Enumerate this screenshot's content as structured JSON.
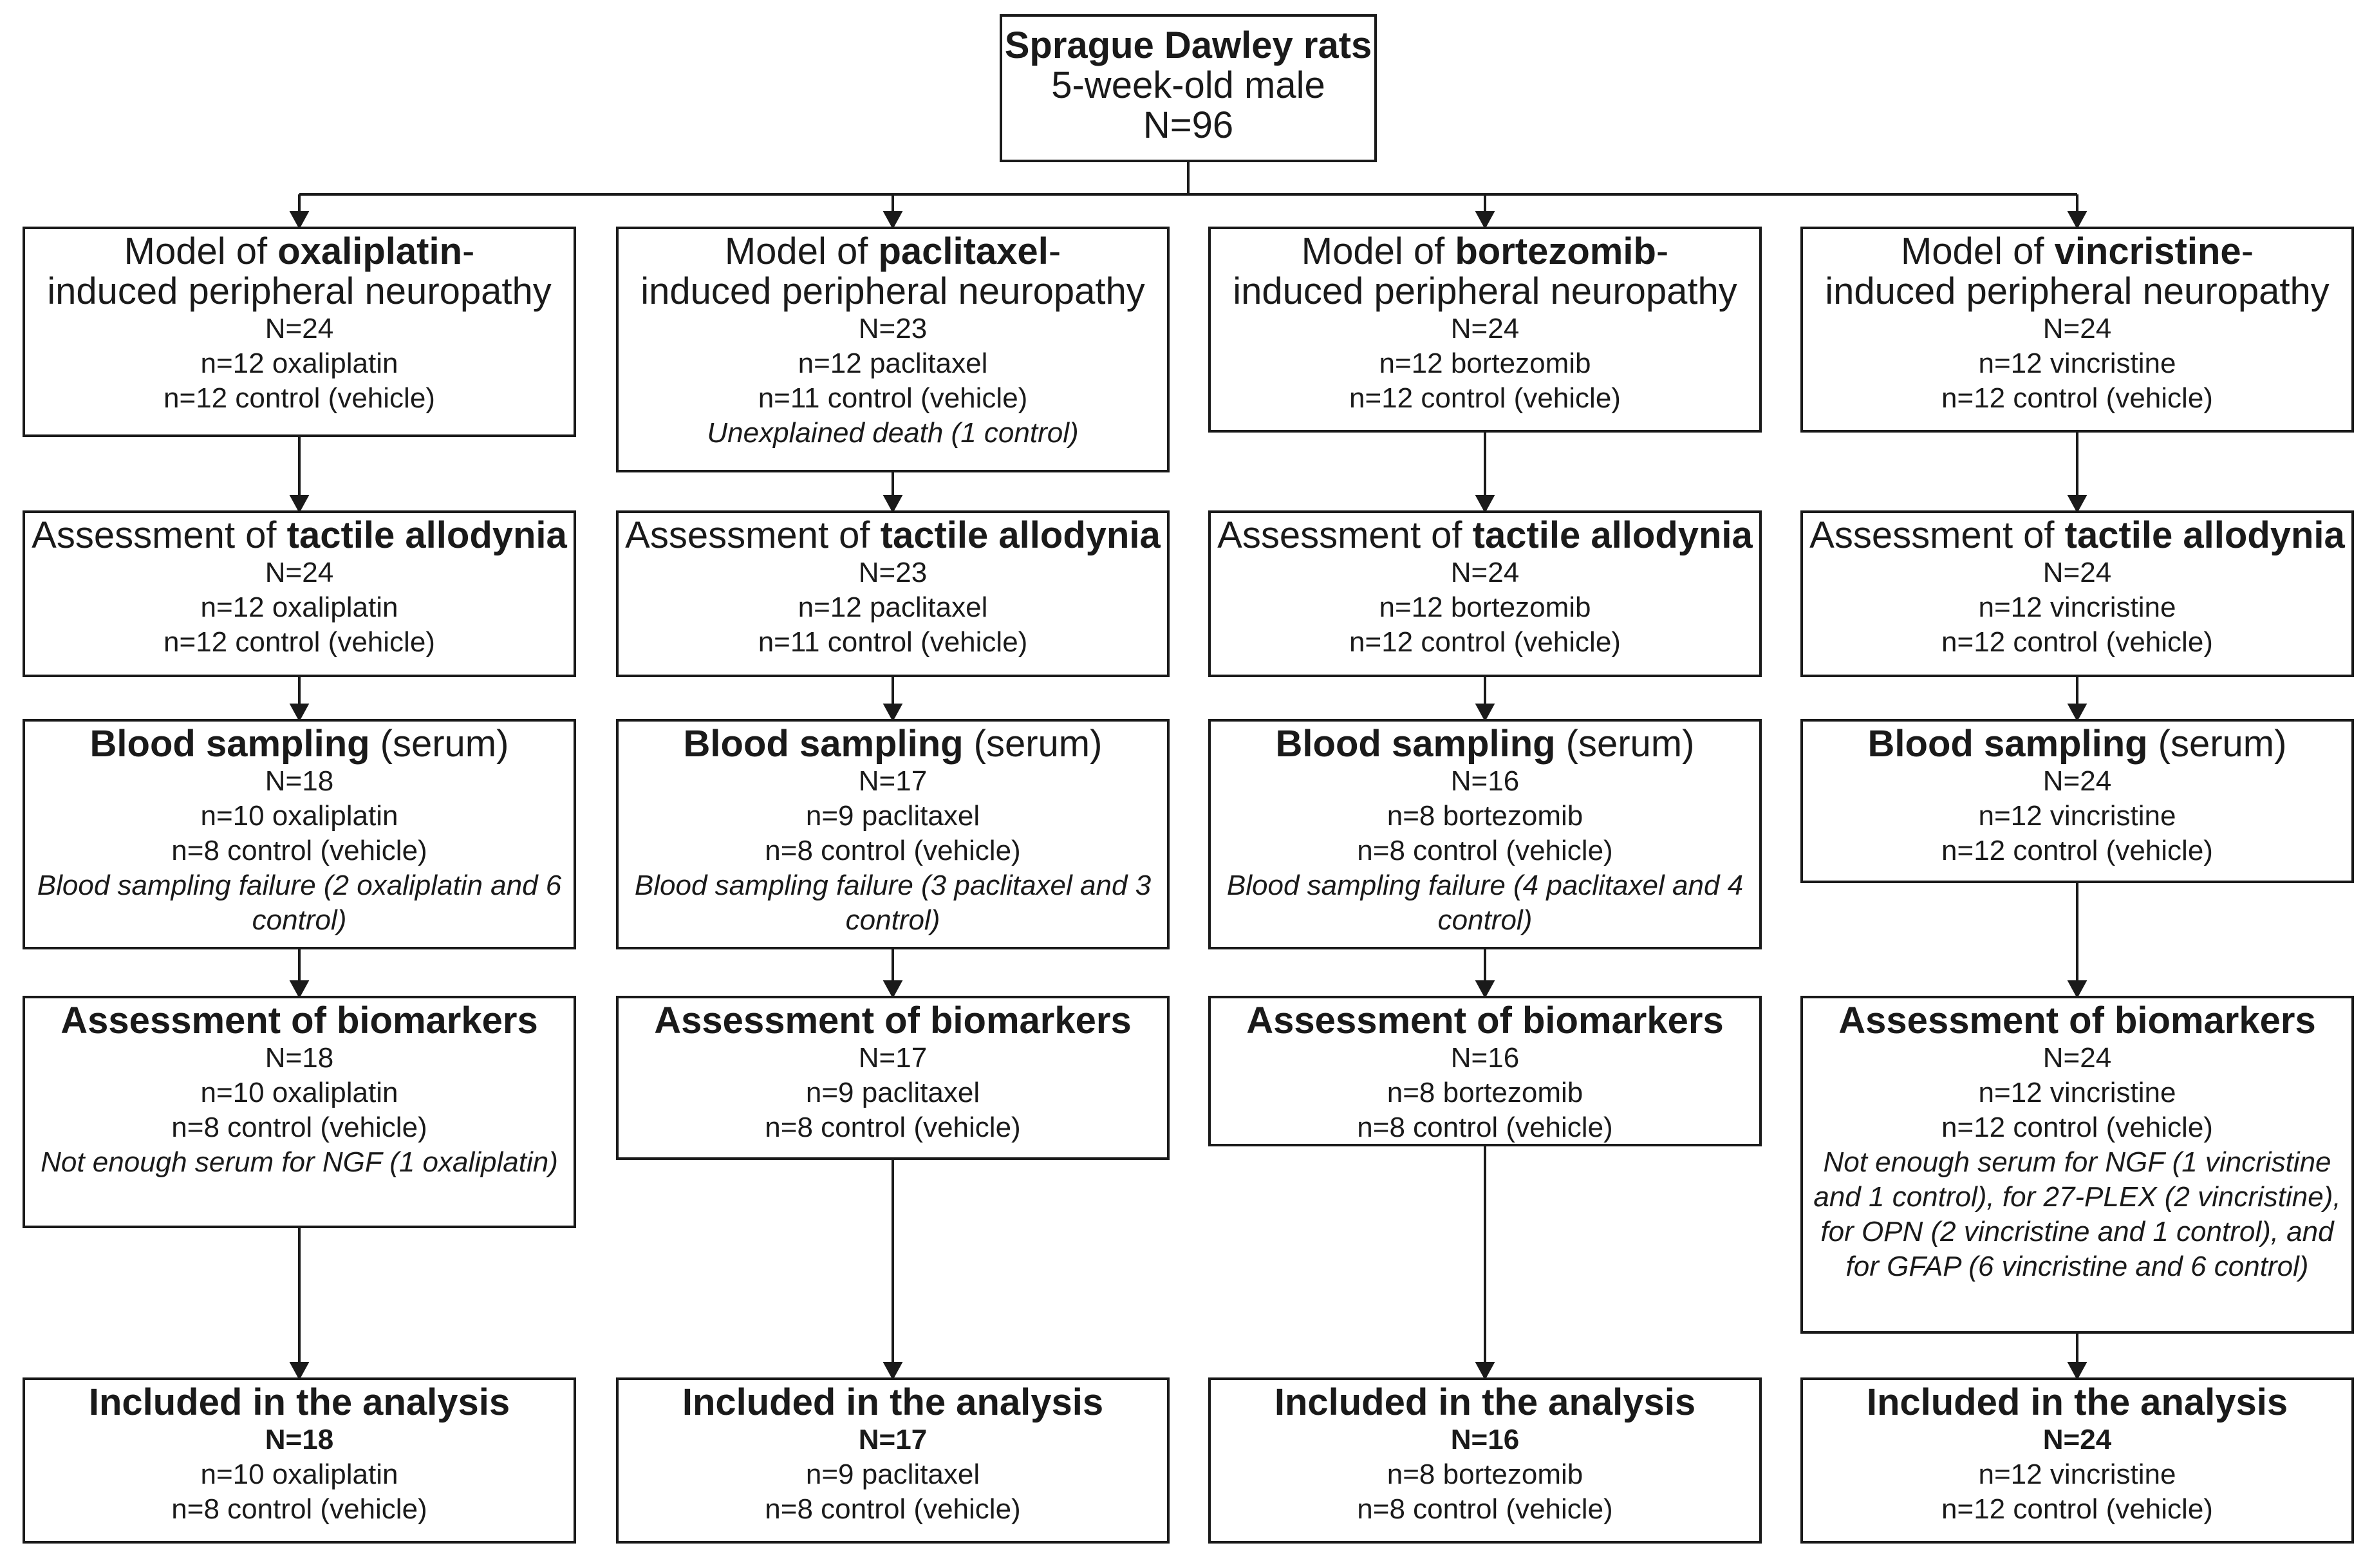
{
  "colors": {
    "stroke": "#1a1a1a",
    "background": "#ffffff",
    "text": "#1a1a1a"
  },
  "top": {
    "title": "Sprague Dawley rats",
    "line1": "5-week-old male",
    "line2": "N=96"
  },
  "columns": [
    {
      "model": {
        "prefix": "Model of ",
        "drug": "oxaliplatin",
        "suffix": "-",
        "line2": "induced peripheral neuropathy",
        "n": "N=24",
        "treated": "n=12 oxaliplatin",
        "control": "n=12 control (vehicle)",
        "note": ""
      },
      "allodynia": {
        "prefix": "Assessment of ",
        "bold": "tactile allodynia",
        "n": "N=24",
        "treated": "n=12 oxaliplatin",
        "control": "n=12 control (vehicle)"
      },
      "blood": {
        "bold": "Blood sampling",
        "suffix": " (serum)",
        "n": "N=18",
        "treated": "n=10 oxaliplatin",
        "control": "n=8 control (vehicle)",
        "note": "Blood sampling failure (2 oxaliplatin and 6 control)"
      },
      "biomarkers": {
        "title": "Assessment of biomarkers",
        "n": "N=18",
        "treated": "n=10 oxaliplatin",
        "control": "n=8 control (vehicle)",
        "note": "Not enough serum for NGF (1 oxaliplatin)"
      },
      "included": {
        "title": "Included in the analysis",
        "n": "N=18",
        "treated": "n=10 oxaliplatin",
        "control": "n=8 control (vehicle)"
      }
    },
    {
      "model": {
        "prefix": "Model of ",
        "drug": "paclitaxel",
        "suffix": "-",
        "line2": "induced peripheral neuropathy",
        "n": "N=23",
        "treated": "n=12 paclitaxel",
        "control": "n=11 control (vehicle)",
        "note": "Unexplained death  (1 control)"
      },
      "allodynia": {
        "prefix": "Assessment of ",
        "bold": "tactile allodynia",
        "n": "N=23",
        "treated": "n=12 paclitaxel",
        "control": "n=11 control (vehicle)"
      },
      "blood": {
        "bold": "Blood sampling",
        "suffix": " (serum)",
        "n": "N=17",
        "treated": "n=9 paclitaxel",
        "control": "n=8 control (vehicle)",
        "note": "Blood sampling failure (3 paclitaxel and 3 control)"
      },
      "biomarkers": {
        "title": "Assessment of biomarkers",
        "n": "N=17",
        "treated": "n=9 paclitaxel",
        "control": "n=8 control (vehicle)",
        "note": ""
      },
      "included": {
        "title": "Included in the analysis",
        "n": "N=17",
        "treated": "n=9 paclitaxel",
        "control": "n=8 control (vehicle)"
      }
    },
    {
      "model": {
        "prefix": "Model of ",
        "drug": "bortezomib",
        "suffix": "-",
        "line2": "induced peripheral neuropathy",
        "n": "N=24",
        "treated": "n=12 bortezomib",
        "control": "n=12 control (vehicle)",
        "note": ""
      },
      "allodynia": {
        "prefix": "Assessment of ",
        "bold": "tactile allodynia",
        "n": "N=24",
        "treated": "n=12 bortezomib",
        "control": "n=12 control (vehicle)"
      },
      "blood": {
        "bold": "Blood sampling",
        "suffix": " (serum)",
        "n": "N=16",
        "treated": "n=8 bortezomib",
        "control": "n=8 control (vehicle)",
        "note": "Blood sampling failure (4 paclitaxel and 4 control)"
      },
      "biomarkers": {
        "title": "Assessment of biomarkers",
        "n": "N=16",
        "treated": "n=8 bortezomib",
        "control": "n=8 control (vehicle)",
        "note": ""
      },
      "included": {
        "title": "Included in the analysis",
        "n": "N=16",
        "treated": "n=8 bortezomib",
        "control": "n=8 control (vehicle)"
      }
    },
    {
      "model": {
        "prefix": "Model of ",
        "drug": "vincristine",
        "suffix": "-",
        "line2": "induced peripheral neuropathy",
        "n": "N=24",
        "treated": "n=12 vincristine",
        "control": "n=12 control (vehicle)",
        "note": ""
      },
      "allodynia": {
        "prefix": "Assessment of ",
        "bold": "tactile allodynia",
        "n": "N=24",
        "treated": "n=12 vincristine",
        "control": "n=12 control (vehicle)"
      },
      "blood": {
        "bold": "Blood sampling",
        "suffix": " (serum)",
        "n": "N=24",
        "treated": "n=12 vincristine",
        "control": "n=12 control (vehicle)",
        "note": ""
      },
      "biomarkers": {
        "title": "Assessment of biomarkers",
        "n": "N=24",
        "treated": "n=12 vincristine",
        "control": "n=12 control (vehicle)",
        "note": "Not enough serum for NGF (1 vincristine and 1 control), for 27-PLEX (2 vincristine), for OPN (2 vincristine and 1 control), and for GFAP (6 vincristine and 6 control)"
      },
      "included": {
        "title": "Included in the analysis",
        "n": "N=24",
        "treated": "n=12 vincristine",
        "control": "n=12 control (vehicle)"
      }
    }
  ]
}
